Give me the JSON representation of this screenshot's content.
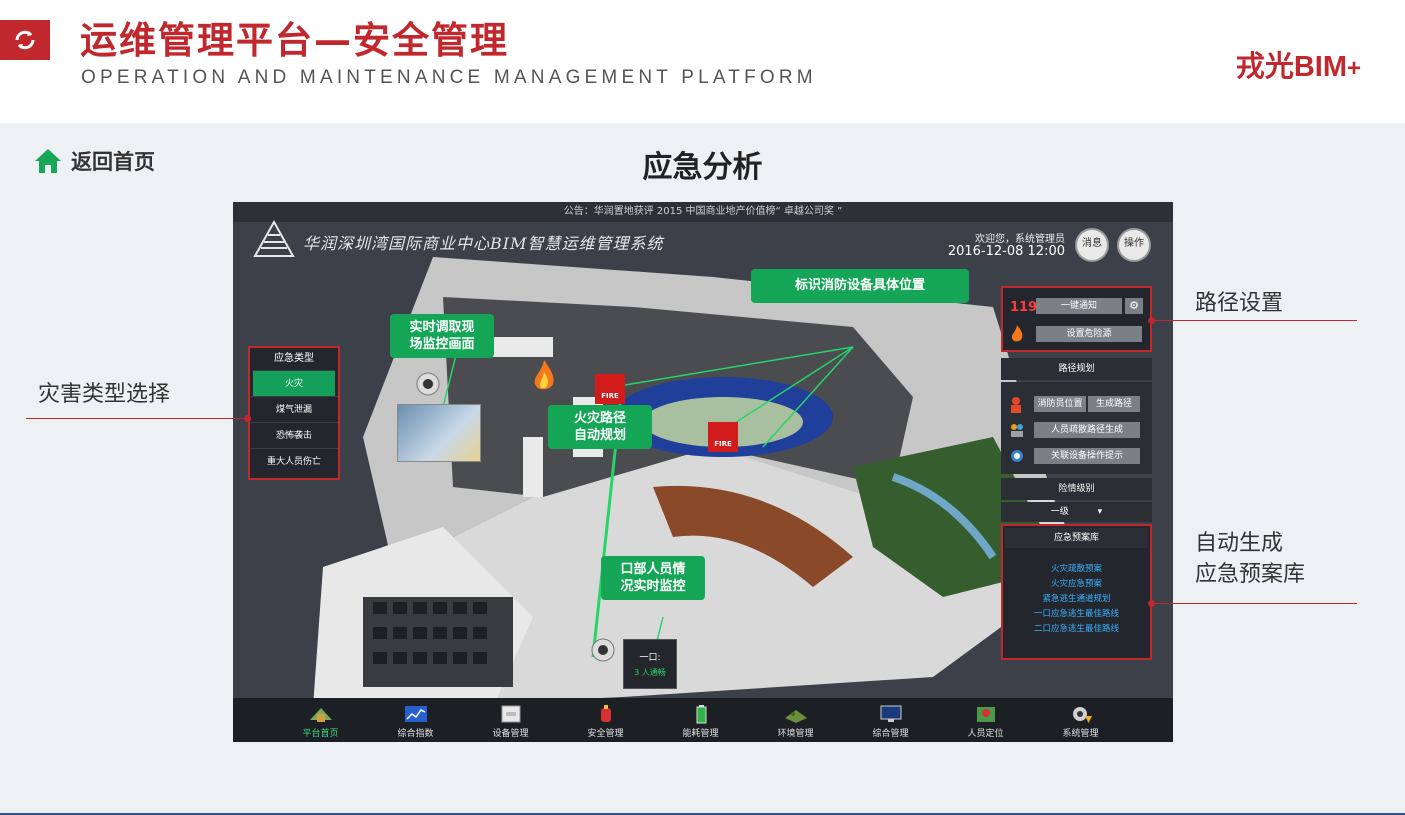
{
  "header": {
    "title": "运维管理平台—安全管理",
    "subtitle": "OPERATION AND MAINTENANCE MANAGEMENT PLATFORM",
    "brand": "戎光BIM",
    "brand_plus": "+",
    "logo_icon": "refresh-logo-icon",
    "accent_color": "#c0282d"
  },
  "nav": {
    "home_label": "返回首页",
    "home_icon": "home-icon",
    "page_title": "应急分析"
  },
  "screen": {
    "notice": "公告：华润置地获评 2015 中国商业地产价值榜“ 卓越公司奖 ”",
    "system_title": "华润深圳湾国际商业中心BIM智慧运维管理系统",
    "welcome": "欢迎您，系统管理员",
    "datetime": "2016-12-08 12:00",
    "message_button": "消息",
    "operate_button": "操作",
    "disaster_menu": {
      "header": "应急类型",
      "items": [
        "火灾",
        "煤气泄漏",
        "恐怖袭击",
        "重大人员伤亡"
      ],
      "selected": "火灾"
    },
    "right_panel": {
      "alarm_number": "119",
      "notify_button": "一键通知",
      "set_danger_button": "设置危险源",
      "route_section": "路径规划",
      "firefighter_position": "消防员位置",
      "generate_route": "生成路径",
      "evacuation_route": "人员疏散路径生成",
      "device_tips": "关联设备操作提示",
      "danger_level_label": "险情级别",
      "danger_level_value": "一级",
      "plan_library_header": "应急预案库",
      "plans": [
        "火灾疏散预案",
        "火灾应急预案",
        "紧急逃生通道规划",
        "一口应急逃生最佳路线",
        "二口应急逃生最佳路线"
      ]
    },
    "callouts": {
      "fire_equipment": "标识消防设备具体位置",
      "camera_line1": "实时调取现",
      "camera_line2": "场监控画面",
      "fire_route_line1": "火灾路径",
      "fire_route_line2": "自动规划",
      "people_line1": "口部人员情",
      "people_line2": "况实时监控"
    },
    "fire_sign": "FIRE",
    "exit_info": {
      "title": "一口:",
      "status": "3 人通畅"
    },
    "bottom_nav": [
      {
        "label": "平台首页",
        "icon": "platform-home-icon",
        "active": true
      },
      {
        "label": "综合指数",
        "icon": "chart-icon",
        "active": false
      },
      {
        "label": "设备管理",
        "icon": "device-icon",
        "active": false
      },
      {
        "label": "安全管理",
        "icon": "alarm-icon",
        "active": false
      },
      {
        "label": "能耗管理",
        "icon": "battery-icon",
        "active": false
      },
      {
        "label": "环境管理",
        "icon": "environment-icon",
        "active": false
      },
      {
        "label": "综合管理",
        "icon": "monitor-icon",
        "active": false
      },
      {
        "label": "人员定位",
        "icon": "location-icon",
        "active": false
      },
      {
        "label": "系统管理",
        "icon": "gear-warning-icon",
        "active": false
      }
    ]
  },
  "annotations": {
    "disaster_type": "灾害类型选择",
    "route_setting": "路径设置",
    "auto_generate_line1": "自动生成",
    "auto_generate_line2": "应急预案库"
  }
}
